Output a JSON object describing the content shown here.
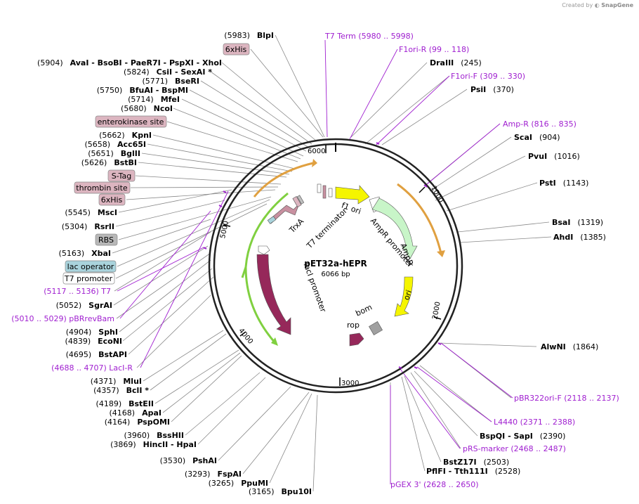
{
  "app": {
    "credit_prefix": "Created by",
    "credit_brand": "SnapGene"
  },
  "plasmid": {
    "name": "pET32a-hEPR",
    "length_text": "6066 bp",
    "length": 6066
  },
  "ticks": [
    "6000",
    "1000",
    "2000",
    "3000",
    "4000",
    "5000"
  ],
  "left_labels": [
    {
      "id": "blpi",
      "pos": "(5983)",
      "name": "BlpI"
    },
    {
      "id": "avai",
      "pos": "(5904)",
      "name": "AvaI   -  BsoBI   -  PaeR7I   -  PspXI   -  XhoI"
    },
    {
      "id": "csii",
      "pos": "(5824)",
      "name": "CsiI   -  SexAI *"
    },
    {
      "id": "bseri",
      "pos": "(5771)",
      "name": "BseRI"
    },
    {
      "id": "bfuai",
      "pos": "(5750)",
      "name": "BfuAI   -  BspMI"
    },
    {
      "id": "mfei",
      "pos": "(5714)",
      "name": "MfeI"
    },
    {
      "id": "ncoi",
      "pos": "(5680)",
      "name": "NcoI"
    },
    {
      "id": "kpni",
      "pos": "(5662)",
      "name": "KpnI"
    },
    {
      "id": "acc65i",
      "pos": "(5658)",
      "name": "Acc65I"
    },
    {
      "id": "bglii",
      "pos": "(5651)",
      "name": "BglII"
    },
    {
      "id": "bstbi",
      "pos": "(5626)",
      "name": "BstBI"
    },
    {
      "id": "msci",
      "pos": "(5545)",
      "name": "MscI"
    },
    {
      "id": "rsrii",
      "pos": "(5304)",
      "name": "RsrII"
    },
    {
      "id": "xbai",
      "pos": "(5163)",
      "name": "XbaI"
    },
    {
      "id": "sgrai",
      "pos": "(5052)",
      "name": "SgrAI"
    },
    {
      "id": "sphi",
      "pos": "(4904)",
      "name": "SphI"
    },
    {
      "id": "econi",
      "pos": "(4839)",
      "name": "EcoNI"
    },
    {
      "id": "bstapi",
      "pos": "(4695)",
      "name": "BstAPI"
    },
    {
      "id": "mlui",
      "pos": "(4371)",
      "name": "MluI"
    },
    {
      "id": "bcli",
      "pos": "(4357)",
      "name": "BclI *"
    },
    {
      "id": "bsteii",
      "pos": "(4189)",
      "name": "BstEII"
    },
    {
      "id": "apai",
      "pos": "(4168)",
      "name": "ApaI"
    },
    {
      "id": "pspomi",
      "pos": "(4164)",
      "name": "PspOMI"
    },
    {
      "id": "bsshii",
      "pos": "(3960)",
      "name": "BssHII"
    },
    {
      "id": "hincii",
      "pos": "(3869)",
      "name": "HincII   -  HpaI"
    },
    {
      "id": "pshai",
      "pos": "(3530)",
      "name": "PshAI"
    },
    {
      "id": "fspai",
      "pos": "(3293)",
      "name": "FspAI"
    },
    {
      "id": "ppumi",
      "pos": "(3265)",
      "name": "PpuMI"
    },
    {
      "id": "bpu10i",
      "pos": "(3165)",
      "name": "Bpu10I"
    }
  ],
  "right_labels": [
    {
      "id": "draiii",
      "name": "DraIII",
      "pos": "(245)"
    },
    {
      "id": "psii",
      "name": "PsiI",
      "pos": "(370)"
    },
    {
      "id": "scai",
      "name": "ScaI",
      "pos": "(904)"
    },
    {
      "id": "pvui",
      "name": "PvuI",
      "pos": "(1016)"
    },
    {
      "id": "psti",
      "name": "PstI",
      "pos": "(1143)"
    },
    {
      "id": "bsai",
      "name": "BsaI",
      "pos": "(1319)"
    },
    {
      "id": "ahdi",
      "name": "AhdI",
      "pos": "(1385)"
    },
    {
      "id": "alwni",
      "name": "AlwNI",
      "pos": "(1864)"
    },
    {
      "id": "bspqi",
      "name": "BspQI   -  SapI",
      "pos": "(2390)"
    },
    {
      "id": "bstz17i",
      "name": "BstZ17I",
      "pos": "(2503)"
    },
    {
      "id": "pflfi",
      "name": "PflFI   -  Tth111I",
      "pos": "(2528)"
    }
  ],
  "primers": [
    {
      "id": "t7term",
      "text": "T7 Term     (5980 .. 5998)"
    },
    {
      "id": "f1orir",
      "text": "F1ori-R     (99 .. 118)"
    },
    {
      "id": "f1orif",
      "text": "F1ori-F     (309 .. 330)"
    },
    {
      "id": "ampr",
      "text": "Amp-R     (816 .. 835)"
    },
    {
      "id": "t7",
      "text": "(5117 .. 5136)   T7"
    },
    {
      "id": "pbrrevbam",
      "text": "(5010 .. 5029)   pBRrevBam"
    },
    {
      "id": "lacir",
      "text": "(4688 .. 4707)   LacI-R"
    },
    {
      "id": "pbr322orif",
      "text": "pBR322ori-F     (2118 .. 2137)"
    },
    {
      "id": "l4440",
      "text": "L4440     (2371 .. 2388)"
    },
    {
      "id": "prsmarker",
      "text": "pRS-marker     (2468 .. 2487)"
    },
    {
      "id": "pgex3",
      "text": "pGEX 3'     (2628 .. 2650)"
    }
  ],
  "boxed_features": [
    {
      "id": "6xhis-top",
      "text": "6xHis",
      "color": "#dcb5c0"
    },
    {
      "id": "enterokinase",
      "text": "enterokinase site",
      "color": "#dcb5c0"
    },
    {
      "id": "stag",
      "text": "S-Tag",
      "color": "#dcb5c0"
    },
    {
      "id": "thrombin",
      "text": "thrombin site",
      "color": "#dcb5c0"
    },
    {
      "id": "6xhis",
      "text": "6xHis",
      "color": "#dcb5c0"
    },
    {
      "id": "rbs",
      "text": "RBS",
      "color": "#b8b8b8"
    },
    {
      "id": "lacop",
      "text": "lac operator",
      "color": "#a9d3dc"
    },
    {
      "id": "t7prom",
      "text": "T7 promoter",
      "color": "#ffffff"
    }
  ],
  "inner_features": [
    {
      "id": "trxa",
      "text": "TrxA"
    },
    {
      "id": "t7terminator",
      "text": "T7 terminator"
    },
    {
      "id": "f1ori",
      "text": "f1 ori"
    },
    {
      "id": "amprpromoter",
      "text": "AmpR promoter"
    },
    {
      "id": "ampr",
      "text": "AmpR"
    },
    {
      "id": "ori",
      "text": "ori"
    },
    {
      "id": "bom",
      "text": "bom"
    },
    {
      "id": "rop",
      "text": "rop"
    },
    {
      "id": "laci",
      "text": "lacI"
    },
    {
      "id": "laciprom",
      "text": "lacI promoter"
    }
  ],
  "colors": {
    "primer": "#a020d0",
    "laci": "#96285a",
    "ampr": "#c8f5c8",
    "f1ori": "#f5f500",
    "ori": "#f5f500",
    "orange_arc": "#e0a040",
    "green_arc": "#80d040",
    "trxa": "#c890a0"
  }
}
